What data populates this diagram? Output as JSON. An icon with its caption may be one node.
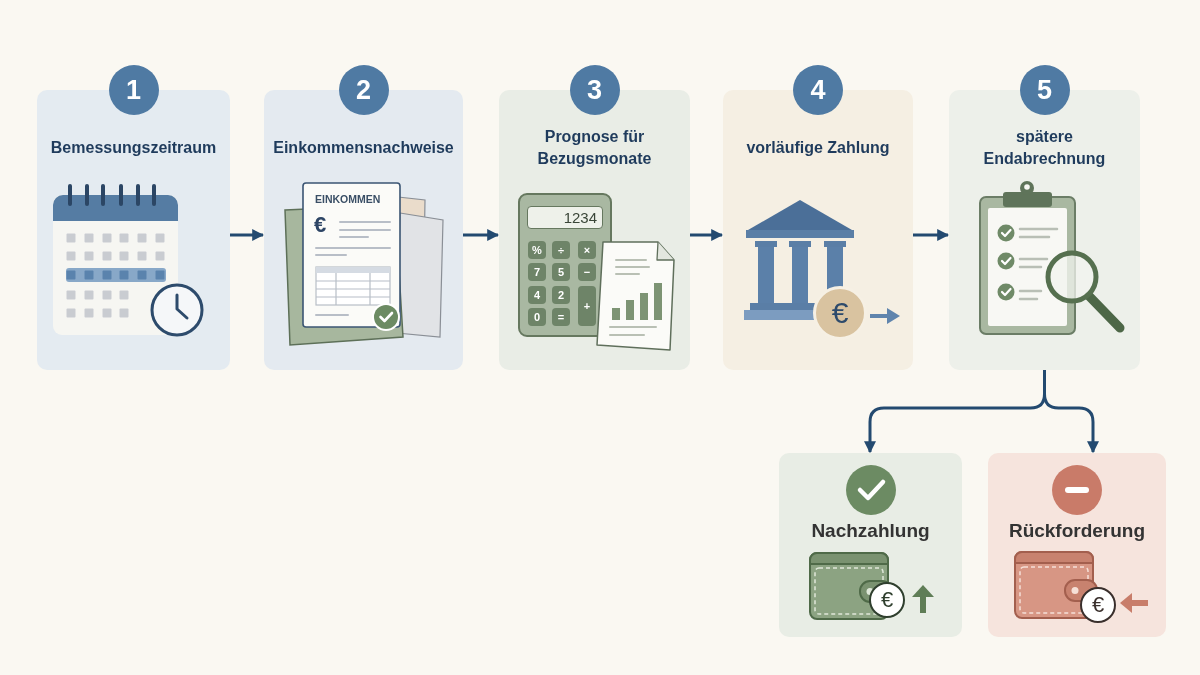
{
  "diagram": {
    "nodes": [
      {
        "text": [
          "1",
          "Bemessungszeitraum"
        ]
      },
      {
        "text": [
          "2",
          "Einkommensnachweise"
        ]
      },
      {
        "text": [
          "3",
          "Prognose für Bezugsmonate"
        ]
      },
      {
        "text": [
          "4",
          "vorläufige Zahlung"
        ]
      },
      {
        "text": [
          "5",
          "spätere Endabrechnung"
        ]
      },
      {
        "text": [
          "Nachzahlung"
        ]
      },
      {
        "text": [
          "Rückforderung"
        ]
      }
    ],
    "edges": [
      {
        "from": 0,
        "to": 1,
        "arrow": "to"
      },
      {
        "from": 1,
        "to": 2,
        "arrow": "to"
      },
      {
        "from": 2,
        "to": 3,
        "arrow": "to"
      },
      {
        "from": 3,
        "to": 4,
        "arrow": "to"
      },
      {
        "from": 4,
        "to": 5,
        "arrow": "to"
      },
      {
        "from": 4,
        "to": 6,
        "arrow": "to"
      }
    ],
    "labels": [
      "EINKOMMEN",
      "€",
      "1234",
      "%",
      "÷",
      "×",
      "7",
      "5",
      "−",
      "4",
      "2",
      "+",
      "0",
      "=",
      "€",
      "€",
      "€"
    ]
  }
}
